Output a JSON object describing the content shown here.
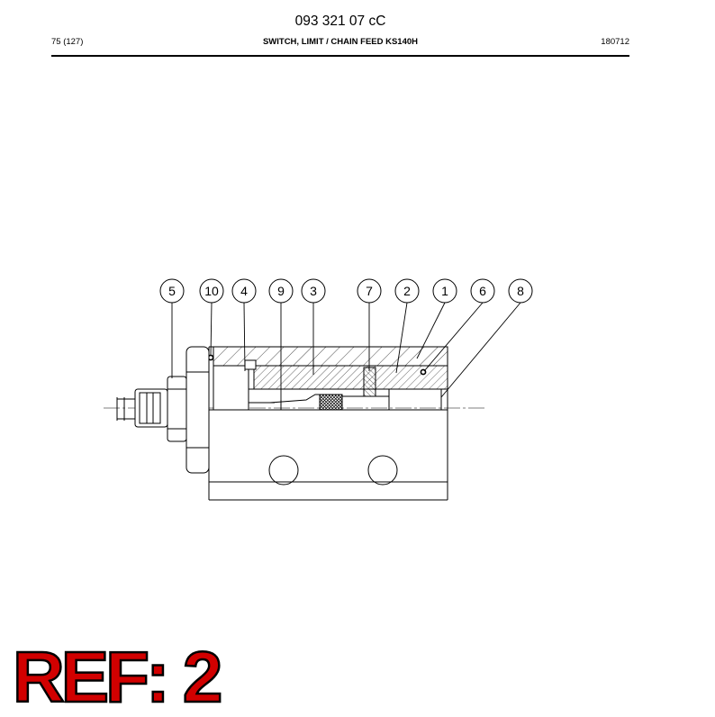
{
  "header": {
    "doc_number": "093 321 07 cC",
    "page": "75 (127)",
    "title": "SWITCH, LIMIT / CHAIN FEED KS140H",
    "date_code": "180712"
  },
  "drawing": {
    "callouts": [
      "5",
      "10",
      "4",
      "9",
      "3",
      "7",
      "2",
      "1",
      "6",
      "8"
    ]
  },
  "ref_label": "REF: 2",
  "colors": {
    "ref_fill": "#d10000",
    "ref_outline": "#000000",
    "line": "#000000"
  }
}
